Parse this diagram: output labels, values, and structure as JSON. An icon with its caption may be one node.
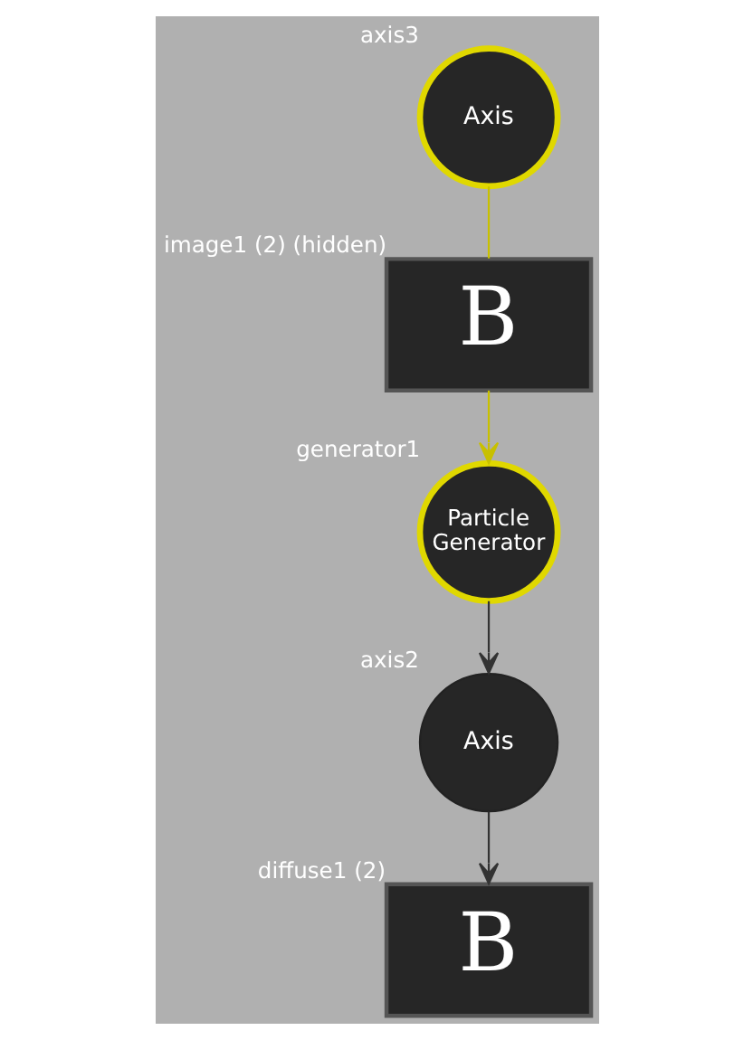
{
  "diagram": {
    "nodes": [
      {
        "text": [
          "Axis"
        ],
        "beside": [
          "axis3"
        ]
      },
      {
        "text": [
          "B"
        ],
        "beside": [
          "image1 (2) (hidden)"
        ]
      },
      {
        "text": [
          "Particle Generator"
        ],
        "beside": [
          "generator1"
        ]
      },
      {
        "text": [
          "Axis"
        ],
        "beside": [
          "axis2"
        ]
      },
      {
        "text": [
          "B"
        ],
        "beside": [
          "diffuse1 (2)"
        ]
      }
    ],
    "edges": [
      {
        "from": 0,
        "to": 1,
        "arrow": "none",
        "color": "#c8c000"
      },
      {
        "from": 1,
        "to": 2,
        "arrow": "to",
        "color": "#c8c000"
      },
      {
        "from": 2,
        "to": 3,
        "arrow": "to",
        "color": "#333333"
      },
      {
        "from": 3,
        "to": 4,
        "arrow": "to",
        "color": "#333333"
      }
    ]
  }
}
